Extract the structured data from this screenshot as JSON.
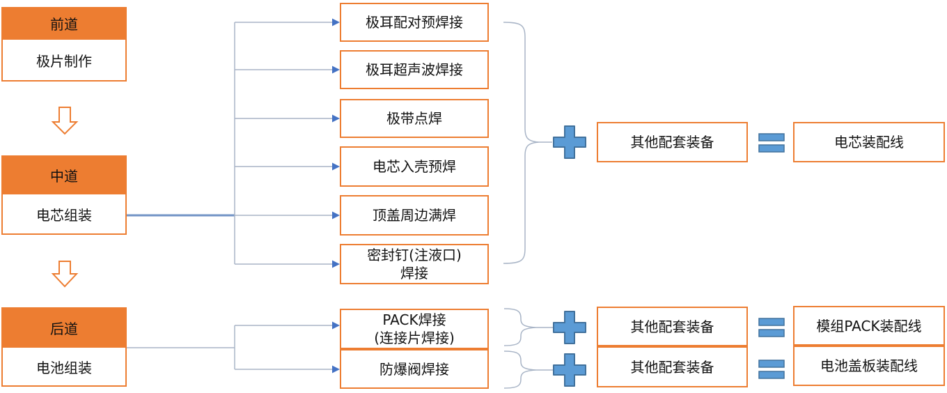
{
  "stages": [
    {
      "header": "前道",
      "body": "极片制作"
    },
    {
      "header": "中道",
      "body": "电芯组装"
    },
    {
      "header": "后道",
      "body": "电池组装"
    }
  ],
  "cell_assembly": {
    "steps": [
      "极耳配对预焊接",
      "极耳超声波焊接",
      "极带点焊",
      "电芯入壳预焊",
      "顶盖周边满焊",
      "密封钉(注液口)\n焊接"
    ],
    "other_equipment": "其他配套装备",
    "result": "电芯装配线"
  },
  "pack_assembly": {
    "step": "PACK焊接\n(连接片焊接)",
    "other_equipment": "其他配套装备",
    "result": "模组PACK装配线"
  },
  "cover_assembly": {
    "step": "防爆阀焊接",
    "other_equipment": "其他配套装备",
    "result": "电池盖板装配线"
  },
  "icons": {
    "plus": "+",
    "equals": "=",
    "down_arrow": "⇩",
    "brace": "}"
  },
  "colors": {
    "orange": "#ED7D31",
    "plus_fill": "#5B9BD5",
    "plus_border": "#41719C",
    "connector_line": "#A8B4C6",
    "trunk_line": "#7193C5",
    "arrowhead": "#4472C4"
  }
}
